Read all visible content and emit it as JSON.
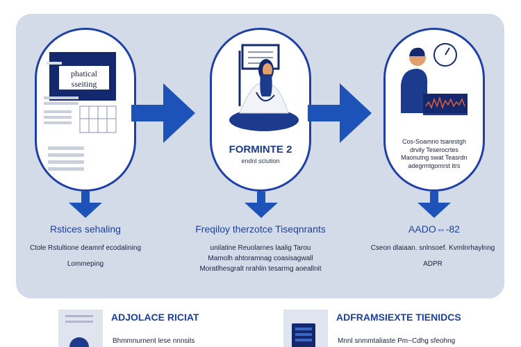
{
  "stages": [
    {
      "screen_label_line1": "phatical",
      "screen_label_line2": "sseiting",
      "caption_title": "Rstices sehaling",
      "caption_lines": [
        "Ctole Rstultione deamnf ecodalining",
        "Lommeping"
      ]
    },
    {
      "pill_title": "FORMINTE 2",
      "pill_subtitle": "endnl sclution",
      "caption_title": "Freqiloy therzotce Tiseqnrants",
      "caption_lines": [
        "unilatine Reuolarnes laalig Tarou",
        "Mamolh ahtoramnag coasisagwall",
        "Moratlhesgralt nrahlin tesarmg aoeallnit"
      ]
    },
    {
      "pill_lines": [
        "Cos-Soamno tsarestgh",
        "drvily Teserocrtes",
        "Maonutng swat Teasrdn",
        "adegrmtgomrst itrs"
      ],
      "caption_title": "AADO⇔-82",
      "caption_lines": [
        "Cseon dlaiaan. snlnsoef. Kvmlnrhaylnng",
        "ADPR"
      ]
    }
  ],
  "bottom": [
    {
      "title": "ADJOLACE RICIAT",
      "text": "Bhmmnurnent lese nnnsits"
    },
    {
      "title": "ADFRAMSIEXTE TIENIDCS",
      "text": "Mnnl snmmtaliaste Pm~Cdhg sfeohng"
    }
  ],
  "colors": {
    "panel": "#d4dbe8",
    "accent": "#1d3fa6",
    "arrow": "#1d52b8",
    "navy": "#14286e"
  },
  "icons": [
    "document-with-chart-icon",
    "doctor-with-monitor-icon",
    "person-at-monitor-with-clock-icon"
  ]
}
